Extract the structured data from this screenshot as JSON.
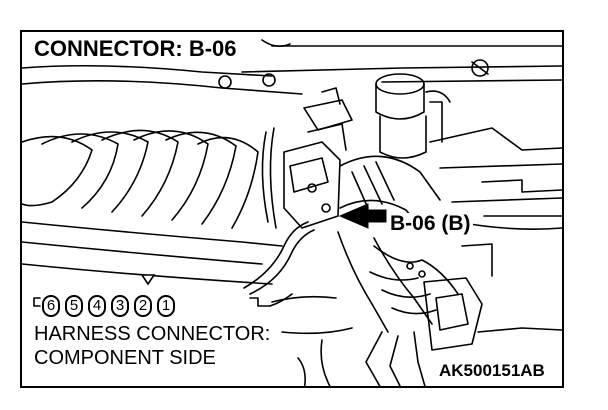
{
  "title": "CONNECTOR: B-06",
  "callout_label": "B-06 (B)",
  "caption_line1": "HARNESS CONNECTOR:",
  "caption_line2": "COMPONENT SIDE",
  "image_code": "AK500151AB",
  "connector_pins": [
    "6",
    "5",
    "4",
    "3",
    "2",
    "1"
  ],
  "marker_icon": "triangle-down-icon",
  "arrow_icon": "arrow-left-icon"
}
